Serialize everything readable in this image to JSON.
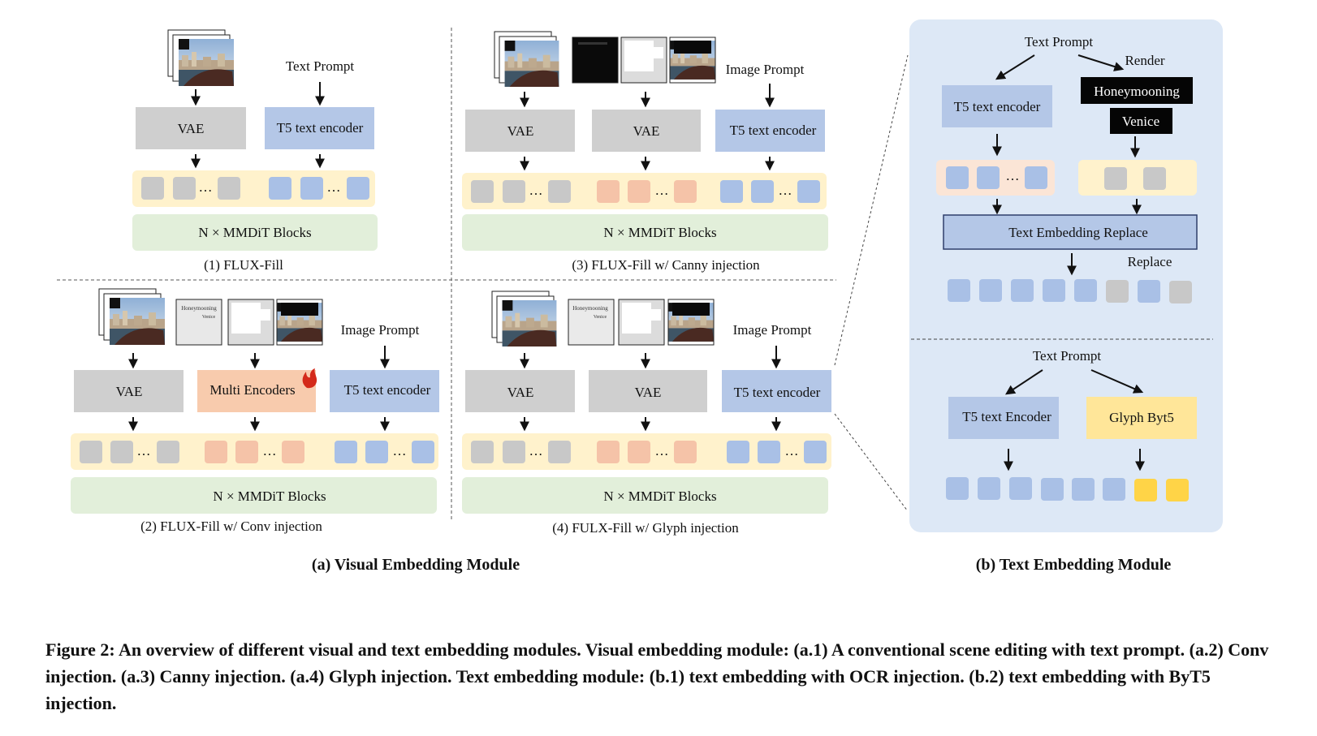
{
  "panel_a": {
    "title": "(a)  Visual Embedding Module",
    "sub1": {
      "caption": "(1) FLUX-Fill",
      "text_prompt": "Text Prompt",
      "vae": "VAE",
      "t5": "T5 text encoder",
      "blocks": "N × MMDiT Blocks"
    },
    "sub2": {
      "caption": "(2) FLUX-Fill w/ Conv injection",
      "image_prompt": "Image Prompt",
      "vae": "VAE",
      "multi": "Multi Encoders",
      "t5": "T5 text encoder",
      "blocks": "N ×  MMDiT Blocks"
    },
    "sub3": {
      "caption": "(3) FLUX-Fill  w/ Canny injection",
      "image_prompt": "Image Prompt",
      "vae1": "VAE",
      "vae2": "VAE",
      "t5": "T5 text encoder",
      "blocks": "N × MMDiT Blocks"
    },
    "sub4": {
      "caption": "(4) FULX-Fill w/ Glyph injection",
      "image_prompt": "Image Prompt",
      "vae1": "VAE",
      "vae2": "VAE",
      "t5": "T5 text encoder",
      "blocks": "N × MMDiT Blocks"
    },
    "ellipsis": "…",
    "thumb_text_1": "Honeymooning",
    "thumb_text_2": "Venice"
  },
  "panel_b": {
    "title": "(b)   Text Embedding Module",
    "top": {
      "text_prompt": "Text Prompt",
      "render": "Render",
      "render_word_1": "Honeymooning",
      "render_word_2": "Venice",
      "t5": "T5 text encoder",
      "replace_box": "Text Embedding Replace",
      "replace": "Replace"
    },
    "bottom": {
      "text_prompt": "Text Prompt",
      "t5": "T5 text Encoder",
      "glyph": "Glyph Byt5"
    }
  },
  "caption": "Figure 2: An overview of different visual and text embedding modules. Visual embedding module: (a.1) A conventional scene editing with text prompt. (a.2) Conv injection. (a.3) Canny injection. (a.4) Glyph injection. Text embedding module: (b.1) text embedding with OCR injection. (b.2) text embedding with ByT5 injection.",
  "colors": {
    "gray_box": "#cfcfcf",
    "gray_token": "#c8c8c8",
    "blue_box": "#b4c7e7",
    "blue_token": "#a9c0e6",
    "peach_box": "#f8cbad",
    "peach_token": "#f5c3a8",
    "yellow_strip": "#fff2cc",
    "green_block": "#e2efda",
    "pink_strip": "#fbe5d6",
    "panel_b_bg": "#dde8f6",
    "glyph_box": "#ffe699",
    "glyph_token": "#ffd447"
  }
}
